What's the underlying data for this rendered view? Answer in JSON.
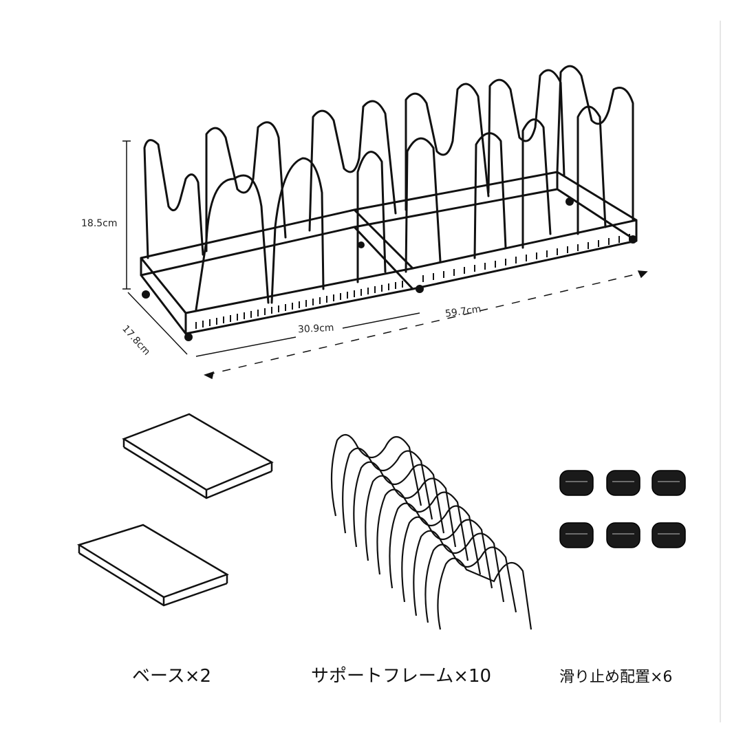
{
  "dimensions": {
    "height": "18.5cm",
    "depth": "17.8cm",
    "min_length": "30.9cm",
    "max_length": "59.7cm"
  },
  "parts": [
    {
      "label": "ベース×2",
      "icon": "base-tray-icon"
    },
    {
      "label": "サポートフレーム×10",
      "icon": "support-frame-icon"
    },
    {
      "label": "滑り止め配置×6",
      "icon": "anti-slip-pad-icon"
    }
  ],
  "colors": {
    "wire": "#111111",
    "background": "#ffffff",
    "divider": "#e6e6e6"
  }
}
